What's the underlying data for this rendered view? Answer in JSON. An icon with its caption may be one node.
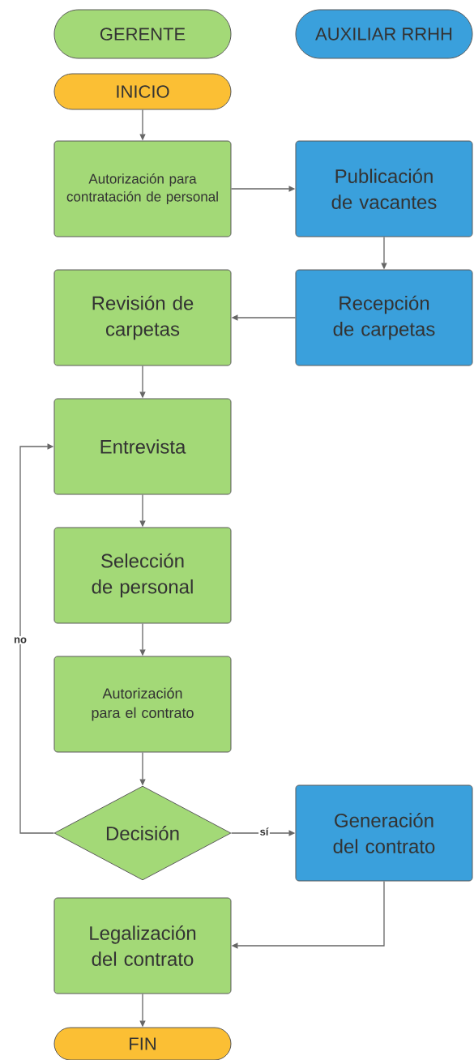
{
  "diagram": {
    "nodes": [
      {
        "text": [
          "GERENTE"
        ]
      },
      {
        "text": [
          "AUXILIAR RRHH"
        ]
      },
      {
        "text": [
          "INICIO"
        ]
      },
      {
        "text": [
          "Autorización para contratación de personal"
        ]
      },
      {
        "text": [
          "Publicación de vacantes"
        ]
      },
      {
        "text": [
          "Recepción de carpetas"
        ]
      },
      {
        "text": [
          "Revisión de carpetas"
        ]
      },
      {
        "text": [
          "Entrevista"
        ]
      },
      {
        "text": [
          "Selección de personal"
        ]
      },
      {
        "text": [
          "Autorización para el contrato"
        ]
      },
      {
        "text": [
          "Decisión"
        ]
      },
      {
        "text": [
          "Generación del contrato"
        ]
      },
      {
        "text": [
          "Legalización del contrato"
        ]
      },
      {
        "text": [
          "FIN"
        ]
      }
    ],
    "edges": [
      {
        "from": 2,
        "to": 3,
        "arrow": "to"
      },
      {
        "from": 3,
        "to": 4,
        "arrow": "to"
      },
      {
        "from": 4,
        "to": 5,
        "arrow": "to"
      },
      {
        "from": 5,
        "to": 6,
        "arrow": "to"
      },
      {
        "from": 6,
        "to": 7,
        "arrow": "to"
      },
      {
        "from": 7,
        "to": 8,
        "arrow": "to"
      },
      {
        "from": 8,
        "to": 9,
        "arrow": "to"
      },
      {
        "from": 9,
        "to": 10,
        "arrow": "to"
      },
      {
        "from": 10,
        "to": 11,
        "arrow": "to",
        "label": "sí"
      },
      {
        "from": 10,
        "to": 7,
        "arrow": "to",
        "label": "no"
      },
      {
        "from": 11,
        "to": 12,
        "arrow": "to"
      },
      {
        "from": 12,
        "to": 13,
        "arrow": "to"
      }
    ]
  }
}
